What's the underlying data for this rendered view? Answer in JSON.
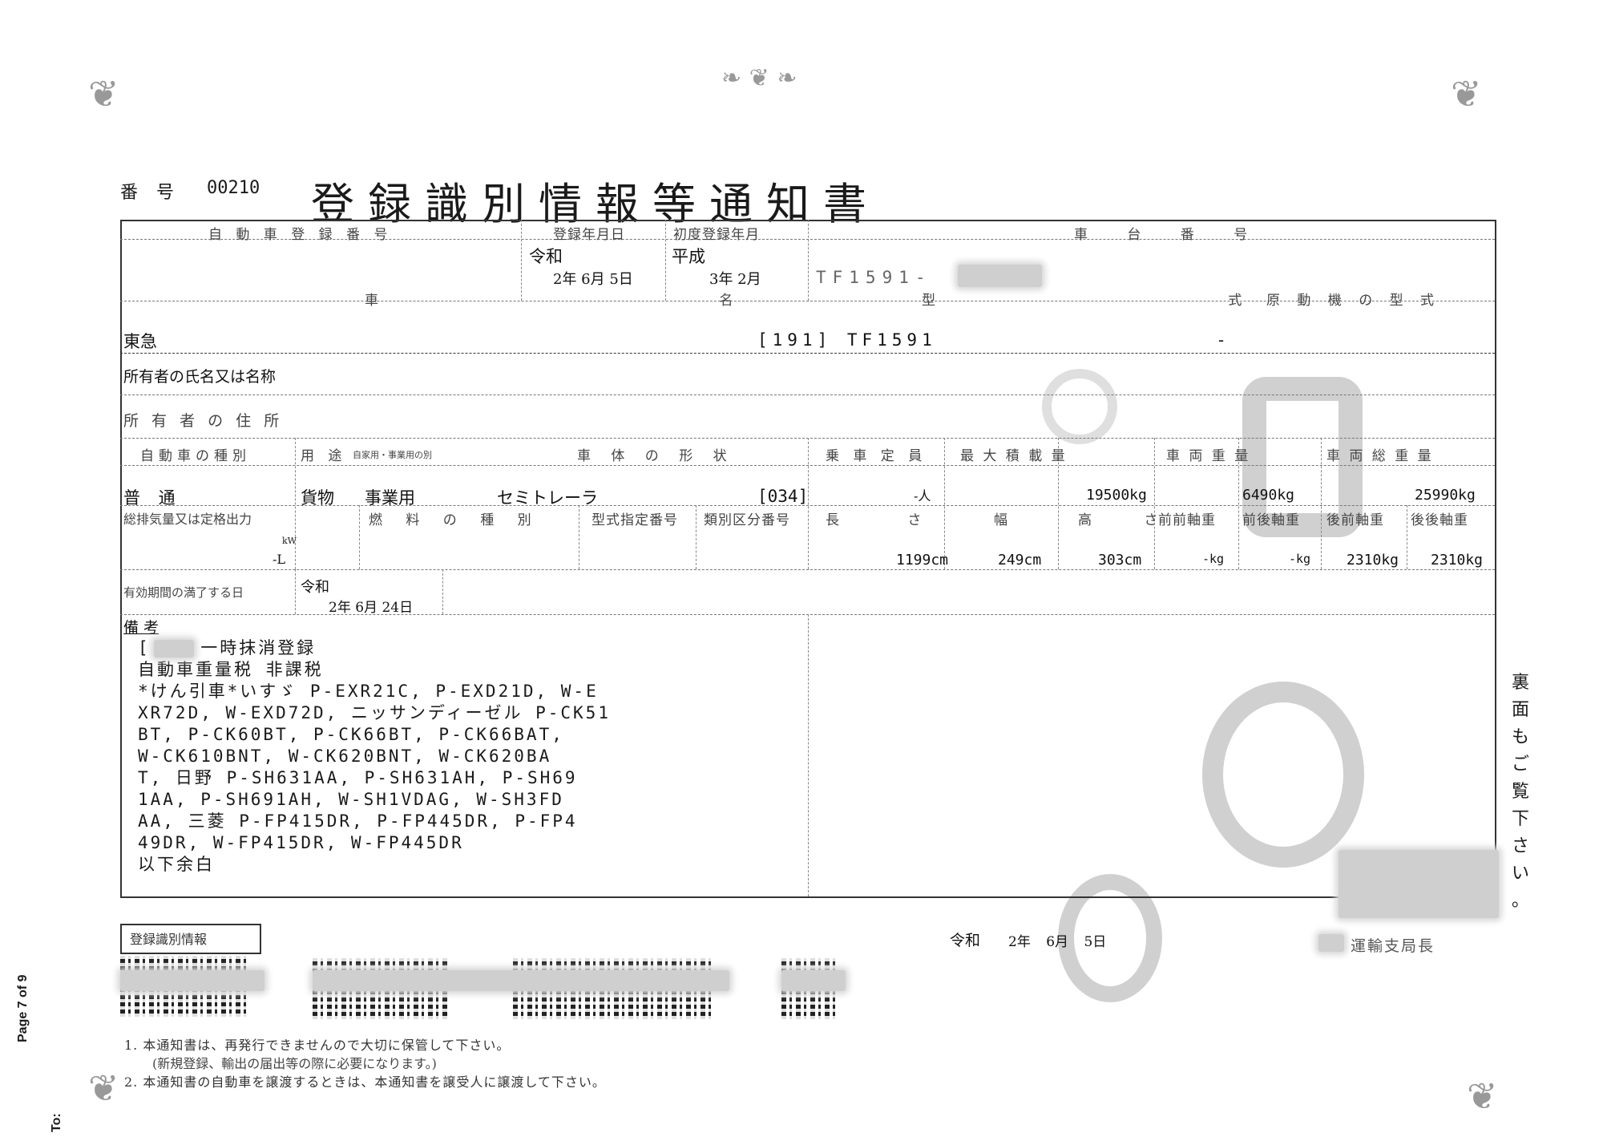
{
  "header": {
    "number_label": "番 号",
    "number": "00210",
    "title": "登録識別情報等通知書"
  },
  "row1": {
    "reg_no_label": "自 動 車 登 録 番 号",
    "reg_date_label": "登録年月日",
    "first_reg_label": "初度登録年月",
    "chassis_label": "車 台 番 号",
    "reg_date_era": "令和",
    "reg_date": "2年 6月 5日",
    "first_reg_era": "平成",
    "first_reg": "3年 2月",
    "chassis_no": "TF1591-"
  },
  "row2": {
    "car_name_label": "車 名",
    "model_label": "型 式",
    "engine_label": "原 動 機 の 型 式",
    "car_name": "東急",
    "model": "[191] TF1591",
    "engine": "-"
  },
  "row3": {
    "owner_name_label": "所有者の氏名又は名称"
  },
  "row4": {
    "owner_addr_label": "所 有 者 の 住 所"
  },
  "row5": {
    "type_label": "自動車の種別",
    "use_label": "用 途",
    "use_sub": "自家用・事業用の別",
    "body_label": "車 体 の 形 状",
    "capacity_label": "乗 車 定 員",
    "max_load_label": "最 大 積 載 量",
    "weight_label": "車 両 重 量",
    "gross_label": "車 両 総 重 量",
    "type": "普 通",
    "use": "貨物",
    "business": "事業用",
    "body": "セミトレーラ",
    "body_code": "[034]",
    "capacity": "-人",
    "max_load": "19500kg",
    "weight": "6490kg",
    "gross": "25990kg"
  },
  "row6": {
    "disp_label": "総排気量又は定格出力",
    "fuel_label": "燃 料 の 種 別",
    "spec_label": "型式指定番号",
    "class_label": "類別区分番号",
    "length_label": "長 さ",
    "width_label": "幅",
    "height_label": "高 さ",
    "ff_label": "前前軸重",
    "fr_label": "前後軸重",
    "rf_label": "後前軸重",
    "rr_label": "後後軸重",
    "disp_unit": "kW",
    "disp": "-L",
    "length": "1199cm",
    "width": "249cm",
    "height": "303cm",
    "ff": "-kg",
    "fr": "-kg",
    "rf": "2310kg",
    "rr": "2310kg"
  },
  "row7": {
    "expiry_label": "有効期間の満了する日",
    "expiry_era": "令和",
    "expiry": "2年 6月 24日"
  },
  "remarks": {
    "label": "備 考",
    "lines": [
      "[    ], 一時抹消登録",
      "自動車重量税 非課税",
      "*けん引車*いすゞ P-EXR21C, P-EXD21D, W-E",
      "XR72D, W-EXD72D, ニッサンディーゼル P-CK51",
      "BT, P-CK60BT, P-CK66BT, P-CK66BAT,",
      "W-CK610BNT, W-CK620BNT, W-CK620BA",
      "T, 日野 P-SH631AA, P-SH631AH, P-SH69",
      "1AA, P-SH691AH, W-SH1VDAG, W-SH3FD",
      "AA, 三菱 P-FP415DR, P-FP445DR, P-FP4",
      "49DR, W-FP415DR, W-FP445DR",
      "以下余白"
    ]
  },
  "side_note": [
    "裏",
    "面",
    "も",
    "ご",
    "覧",
    "下",
    "さ",
    "い",
    "。"
  ],
  "issue": {
    "era": "令和",
    "date": "2年 6月 5日",
    "office": "運輸支局長"
  },
  "id_marker": {
    "label": "登録識別情報"
  },
  "footer": {
    "note1": "1. 本通知書は、再発行できませんので大切に保管して下さい。",
    "note1b": "(新規登録、輸出の届出等の際に必要になります。)",
    "note2": "2. 本通知書の自動車を譲渡するときは、本通知書を譲受人に譲渡して下さい。",
    "fax_page": "Page 7 of 9",
    "fax_to": "To:"
  }
}
